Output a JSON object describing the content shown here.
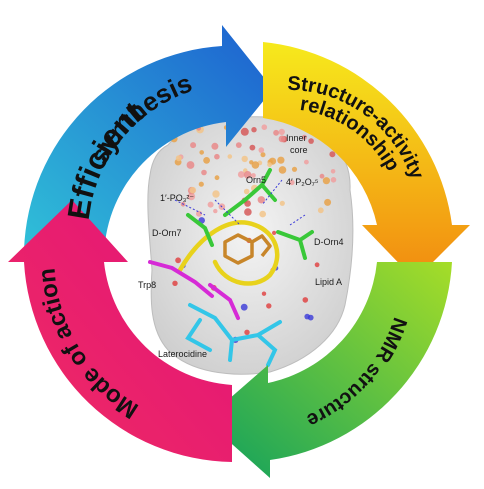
{
  "cycle": {
    "segments": [
      {
        "label_lines": [
          "Efficient",
          "synthesis"
        ],
        "gradient": [
          "#2aa7d9",
          "#1e6fd0"
        ]
      },
      {
        "label_lines": [
          "Structure-activity",
          "relationship"
        ],
        "gradient": [
          "#f5e31a",
          "#f29a12"
        ]
      },
      {
        "label_lines": [
          "NMR structure"
        ],
        "gradient": [
          "#9bd72a",
          "#16a85a"
        ]
      },
      {
        "label_lines": [
          "Mode of action"
        ],
        "gradient": [
          "#e8176f",
          "#ef2f64"
        ]
      }
    ]
  },
  "molecule": {
    "labels": {
      "inner_core_1": "Inner",
      "inner_core_2": "core",
      "orn5": "Orn5",
      "p2o7": "4′ P₂O₇⁵",
      "po3": "1′-PO₃²⁻",
      "dorn7": "D-Orn7",
      "dorn4": "D-Orn4",
      "trp8": "Trp8",
      "lipid_a": "Lipid A",
      "laterocidine": "Laterocidine"
    }
  },
  "colors": {
    "surface": "#e6e6e6",
    "peptide_yellow": "#e8d21c",
    "peptide_green": "#39c839",
    "peptide_magenta": "#d62ad6",
    "peptide_cyan": "#33c6e8",
    "trp_orange": "#c8862a"
  }
}
